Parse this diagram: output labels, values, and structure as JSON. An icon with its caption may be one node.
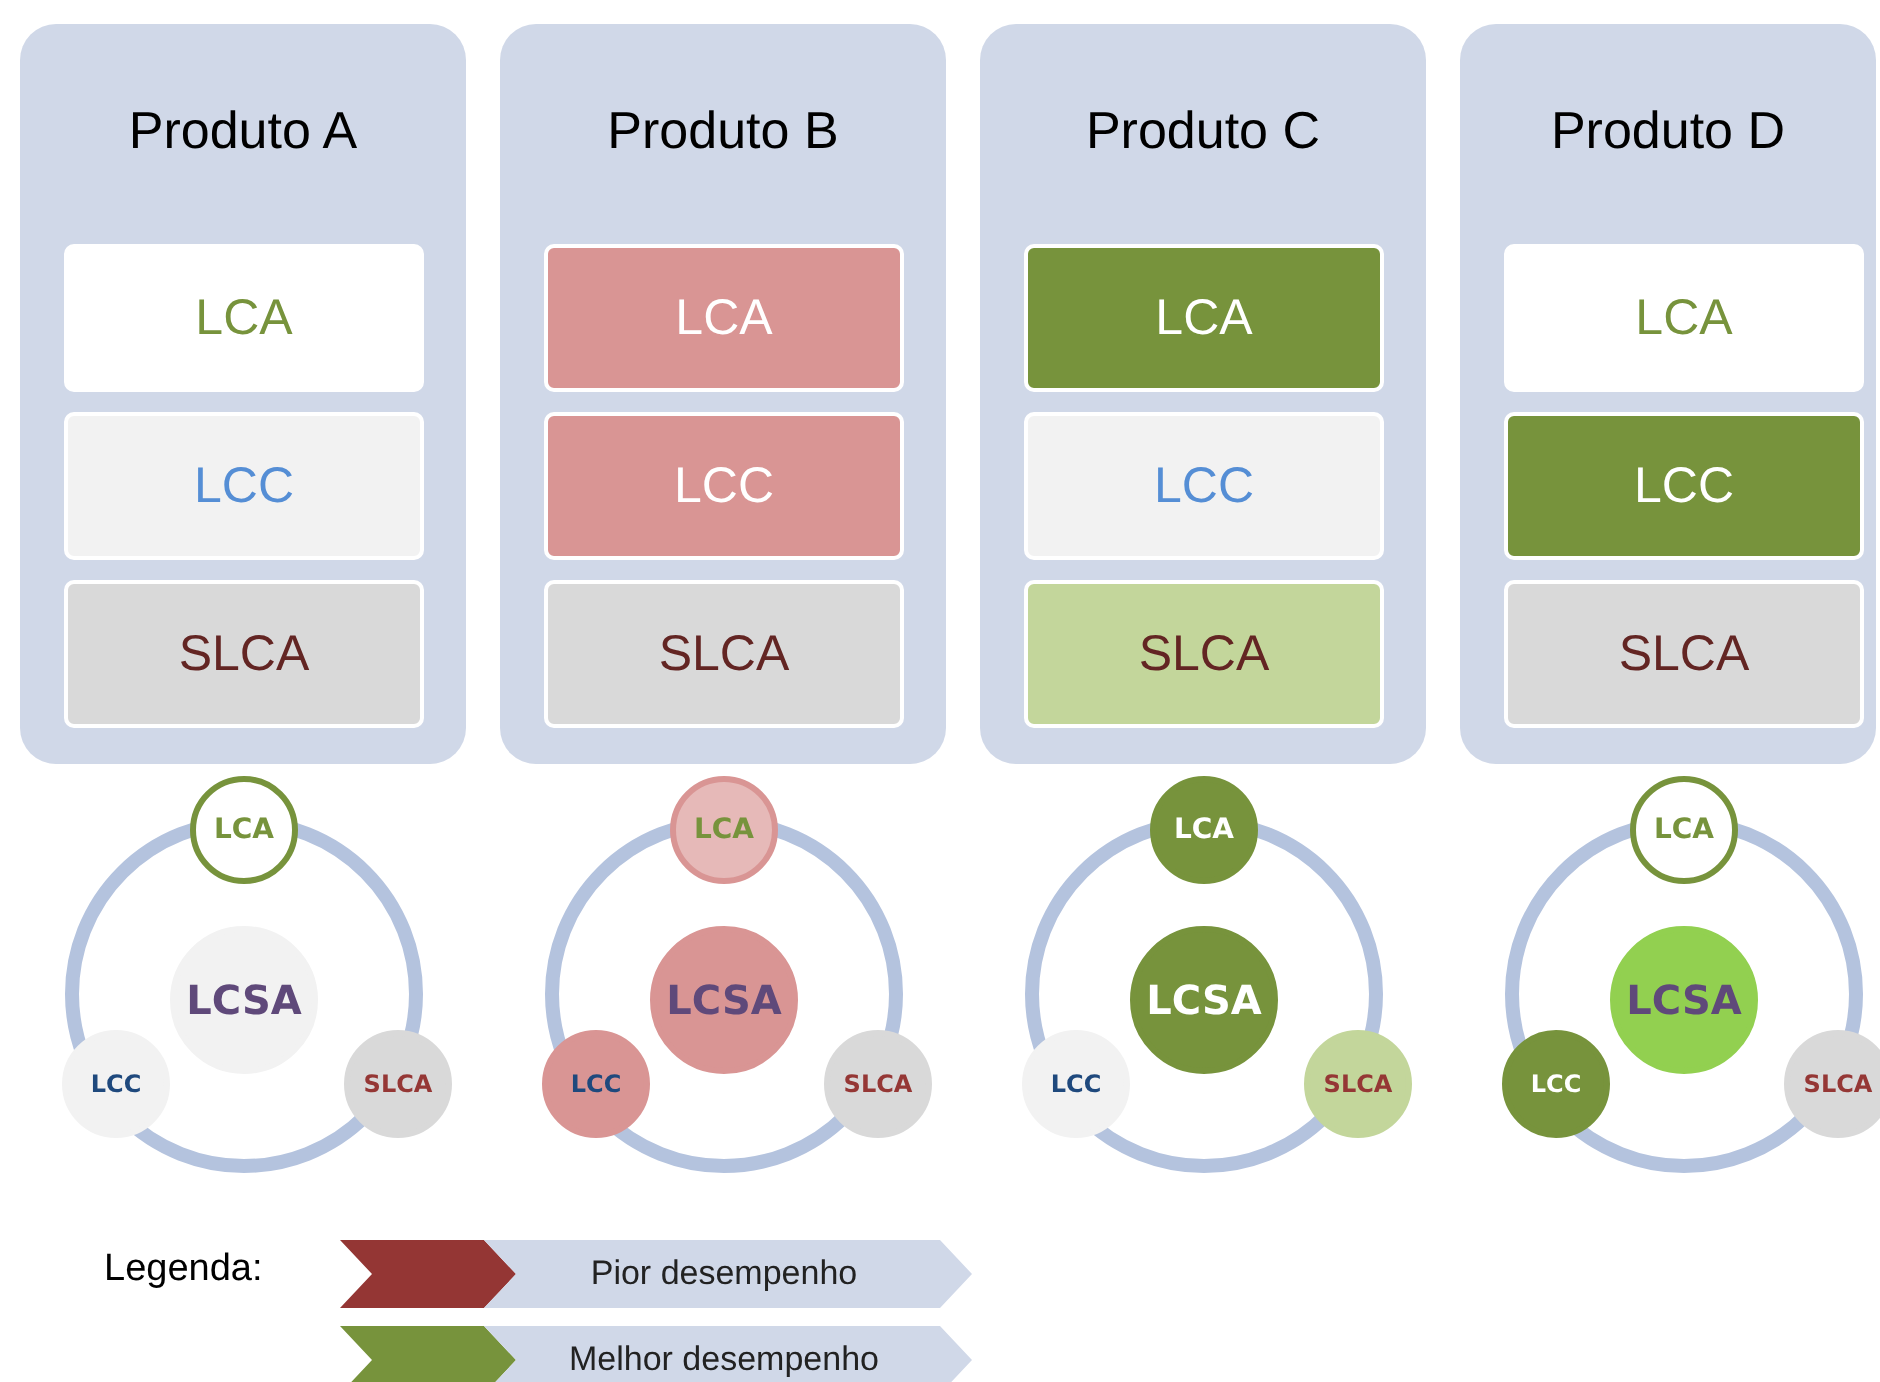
{
  "diagram": {
    "nodes": [
      {
        "text": [
          "Produto A"
        ]
      },
      {
        "text": [
          "LCA"
        ],
        "in": 0
      },
      {
        "text": [
          "LCC"
        ],
        "in": 0
      },
      {
        "text": [
          "SLCA"
        ],
        "in": 0
      },
      {
        "text": [
          "Produto B"
        ]
      },
      {
        "text": [
          "LCA"
        ],
        "in": 4
      },
      {
        "text": [
          "LCC"
        ],
        "in": 4
      },
      {
        "text": [
          "SLCA"
        ],
        "in": 4
      },
      {
        "text": [
          "Produto C"
        ]
      },
      {
        "text": [
          "LCA"
        ],
        "in": 8
      },
      {
        "text": [
          "LCC"
        ],
        "in": 8
      },
      {
        "text": [
          "SLCA"
        ],
        "in": 8
      },
      {
        "text": [
          "Produto D"
        ]
      },
      {
        "text": [
          "LCA"
        ],
        "in": 12
      },
      {
        "text": [
          "LCC"
        ],
        "in": 12
      },
      {
        "text": [
          "SLCA"
        ],
        "in": 12
      },
      {
        "text": [
          "LCA"
        ]
      },
      {
        "text": [
          "LCSA"
        ]
      },
      {
        "text": [
          "LCC"
        ]
      },
      {
        "text": [
          "SLCA"
        ]
      },
      {
        "text": [
          "LCA"
        ]
      },
      {
        "text": [
          "LCSA"
        ]
      },
      {
        "text": [
          "LCC"
        ]
      },
      {
        "text": [
          "SLCA"
        ]
      },
      {
        "text": [
          "LCA"
        ]
      },
      {
        "text": [
          "LCSA"
        ]
      },
      {
        "text": [
          "LCC"
        ]
      },
      {
        "text": [
          "SLCA"
        ]
      },
      {
        "text": [
          "LCA"
        ]
      },
      {
        "text": [
          "LCSA"
        ]
      },
      {
        "text": [
          "LCC"
        ]
      },
      {
        "text": [
          "SLCA"
        ]
      }
    ],
    "labels": [
      "Legenda:"
    ],
    "legend": [
      {
        "text": "Pior desempenho",
        "color": "#943634"
      },
      {
        "text": "Melhor desempenho",
        "color": "#77933c"
      }
    ]
  }
}
